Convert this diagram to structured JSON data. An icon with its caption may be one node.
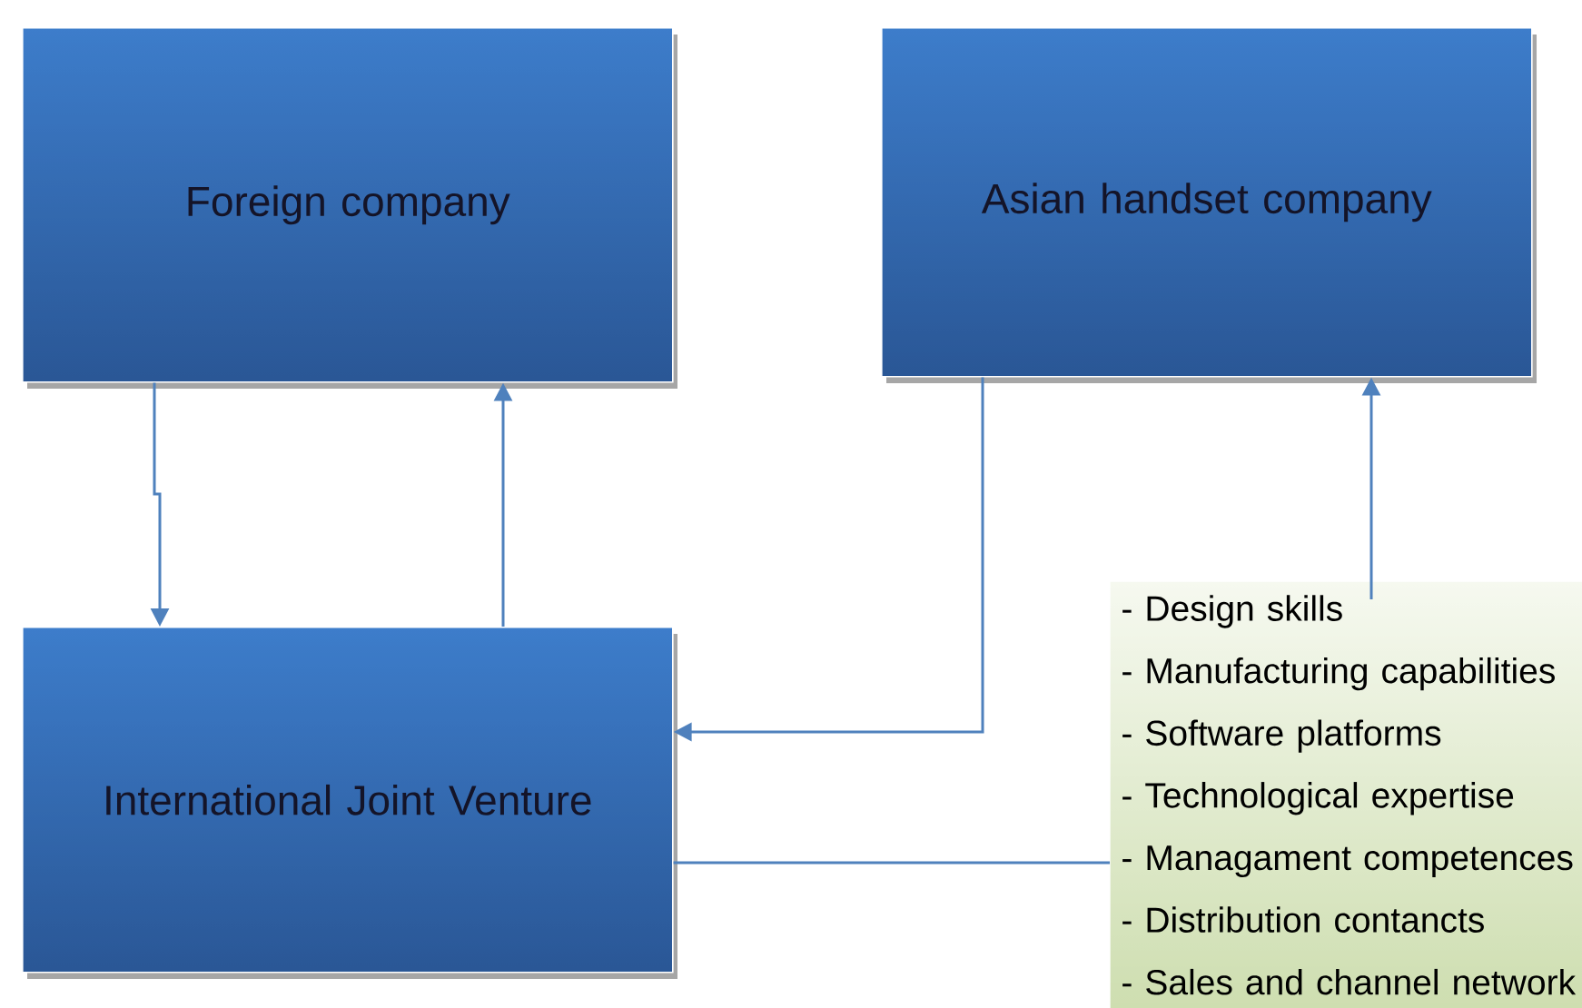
{
  "diagram": {
    "nodes": [
      {
        "text": [
          "Foreign company"
        ]
      },
      {
        "text": [
          "Asian handset company"
        ]
      },
      {
        "text": [
          "International Joint Venture"
        ]
      },
      {
        "text": [
          "- Design skills",
          "- Manufacturing capabilities",
          "- Software platforms",
          "- Technological expertise",
          "- Managament competences",
          "- Distribution contancts",
          "- Sales and channel network"
        ]
      }
    ],
    "edges": [
      {
        "from": 0,
        "to": 2,
        "arrow": "to"
      },
      {
        "from": 2,
        "to": 0,
        "arrow": "to"
      },
      {
        "from": 1,
        "to": 2,
        "arrow": "to"
      },
      {
        "from": 3,
        "to": 1,
        "arrow": "to"
      },
      {
        "from": 2,
        "to": 3,
        "arrow": "none"
      }
    ]
  }
}
